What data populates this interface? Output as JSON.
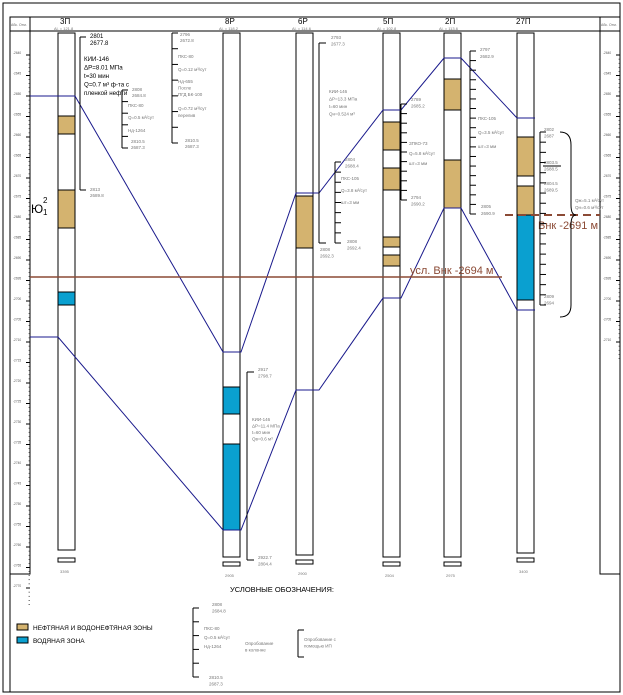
{
  "scale": {
    "header_label": "Абс. Отм.",
    "left_tick_labels": [
      "-2640",
      "-2645",
      "-2650",
      "-2655",
      "-2660",
      "-2665",
      "-2670",
      "-2675",
      "-2680",
      "-2685",
      "-2690",
      "-2695",
      "-2700",
      "-2705",
      "-2710",
      "-2715",
      "-2720",
      "-2725",
      "-2730",
      "-2735",
      "-2740",
      "-2745",
      "-2750",
      "-2755",
      "-2760",
      "-2765",
      "-2770"
    ],
    "right_tick_labels": [
      "-2640",
      "-2645",
      "-2650",
      "-2655",
      "-2660",
      "-2665",
      "-2670",
      "-2675",
      "-2680",
      "-2685",
      "-2690",
      "-2695",
      "-2700",
      "-2705",
      "-2710"
    ]
  },
  "formation_label": "Ю",
  "formation_sup": "2",
  "formation_sub": "1",
  "wells": [
    {
      "name": "3П",
      "alt": "Al. = 121.8",
      "distance": "3395"
    },
    {
      "name": "8Р",
      "alt": "Al. = 118.2",
      "distance": "2905"
    },
    {
      "name": "6Р",
      "alt": "Al. = 114.6",
      "distance": "2900"
    },
    {
      "name": "5П",
      "alt": "Al. = 102.8",
      "distance": "2504"
    },
    {
      "name": "2П",
      "alt": "Al. = 113.6",
      "distance": "2975"
    },
    {
      "name": "27П",
      "alt": "",
      "distance": "3400"
    }
  ],
  "well_notes": {
    "w1_top": [
      "2801",
      "2677.8"
    ],
    "w1_test": [
      "КИИ-146",
      "ΔP=8.01 МПа",
      "t=30 мин",
      "Q=0.7 м³ ф-та с",
      "пленкой нефти"
    ],
    "w1_bottom": [
      "2813",
      "2689.8"
    ],
    "w1b_top": [
      "2808",
      "2684.8"
    ],
    "w1b_lines": [
      "ПКС-80",
      "Q=0.5 м³/сут",
      "Нд-1264"
    ],
    "w1b_bottom": [
      "2810.5",
      "2687.3"
    ],
    "w1c_top": [
      "2796",
      "2672.8"
    ],
    "w1c_lines": [
      "ПКС-80",
      "Q=0.12 м³/сут",
      "Нд-655",
      "После",
      "ПГД БК-100",
      "Q=0.72 м³/сут",
      "перелив"
    ],
    "w1c_bottom": [
      "2810.5",
      "2687.3"
    ],
    "w2_top": [
      "2917",
      "2798.7"
    ],
    "w2_test": [
      "КИИ-146",
      "ΔP=11.4 МПа",
      "t=60 мин",
      "Qв=0.6 м³"
    ],
    "w2_bottom": [
      "2922.7",
      "2804.4"
    ],
    "w3_top": [
      "2793",
      "2677.3"
    ],
    "w3_bottom": [
      "2808",
      "2692.3"
    ],
    "w3b_top": [
      "2804",
      "2688.4"
    ],
    "w3b_lines": [
      "ПКС-105",
      "Q=3.8 м³/сут",
      "шт=3 мм"
    ],
    "w3b_bottom": [
      "2808",
      "2692.4"
    ],
    "w4_test": [
      "КИИ-146",
      "ΔP=13.3 МПа",
      "t=60 мин",
      "Qн=0.524 м³"
    ],
    "w4_top": [
      "2789",
      "2685.2"
    ],
    "w4_lines": [
      "ЗПКО-73",
      "Q=5.8 м³/сут",
      "шт=3 мм"
    ],
    "w4_bottom": [
      "2794",
      "2690.2"
    ],
    "w5_top": [
      "2797",
      "2682.9"
    ],
    "w5_lines": [
      "ПКС-105",
      "Q=3.5 м³/сут",
      "шт=3 мм"
    ],
    "w5_bottom": [
      "2805",
      "2690.9"
    ],
    "w6_top": [
      "2802",
      "2687"
    ],
    "w6_mid1": [
      "2803.5",
      "2688.5"
    ],
    "w6_mid2": [
      "2804.5",
      "2689.5"
    ],
    "w6_bottom": [
      "2809",
      "2694"
    ],
    "w6_result": [
      "Qж=5.1 м³/сут",
      "Qн=0.6 м³/сут"
    ]
  },
  "contacts": {
    "owc_conditional": "усл. Внк -2694 м",
    "owc": "Внк -2691 м"
  },
  "legend": {
    "title": "УСЛОВНЫЕ ОБОЗНАЧЕНИЯ:",
    "items": [
      {
        "label": "НЕФТЯНАЯ И ВОДОНЕФТЯНАЯ ЗОНЫ",
        "color": "#d4b36f"
      },
      {
        "label": "ВОДЯНАЯ ЗОНА",
        "color": "#0aa0d0"
      }
    ],
    "sample_top": [
      "2808",
      "2684.8"
    ],
    "sample_lines": [
      "ПКС-80",
      "Q=0.5 м³/сут",
      "Нд-1264"
    ],
    "sample_bottom": [
      "2810.5",
      "2687.3"
    ],
    "sample_desc1": [
      "Опробование",
      "в колонне"
    ],
    "sample_desc2": [
      "Опробование с",
      "помощью ИП"
    ]
  },
  "colors": {
    "oil": "#d4b36f",
    "water": "#0aa0d0",
    "correlation": "#1a1a8c",
    "owc": "#8b4a35"
  }
}
